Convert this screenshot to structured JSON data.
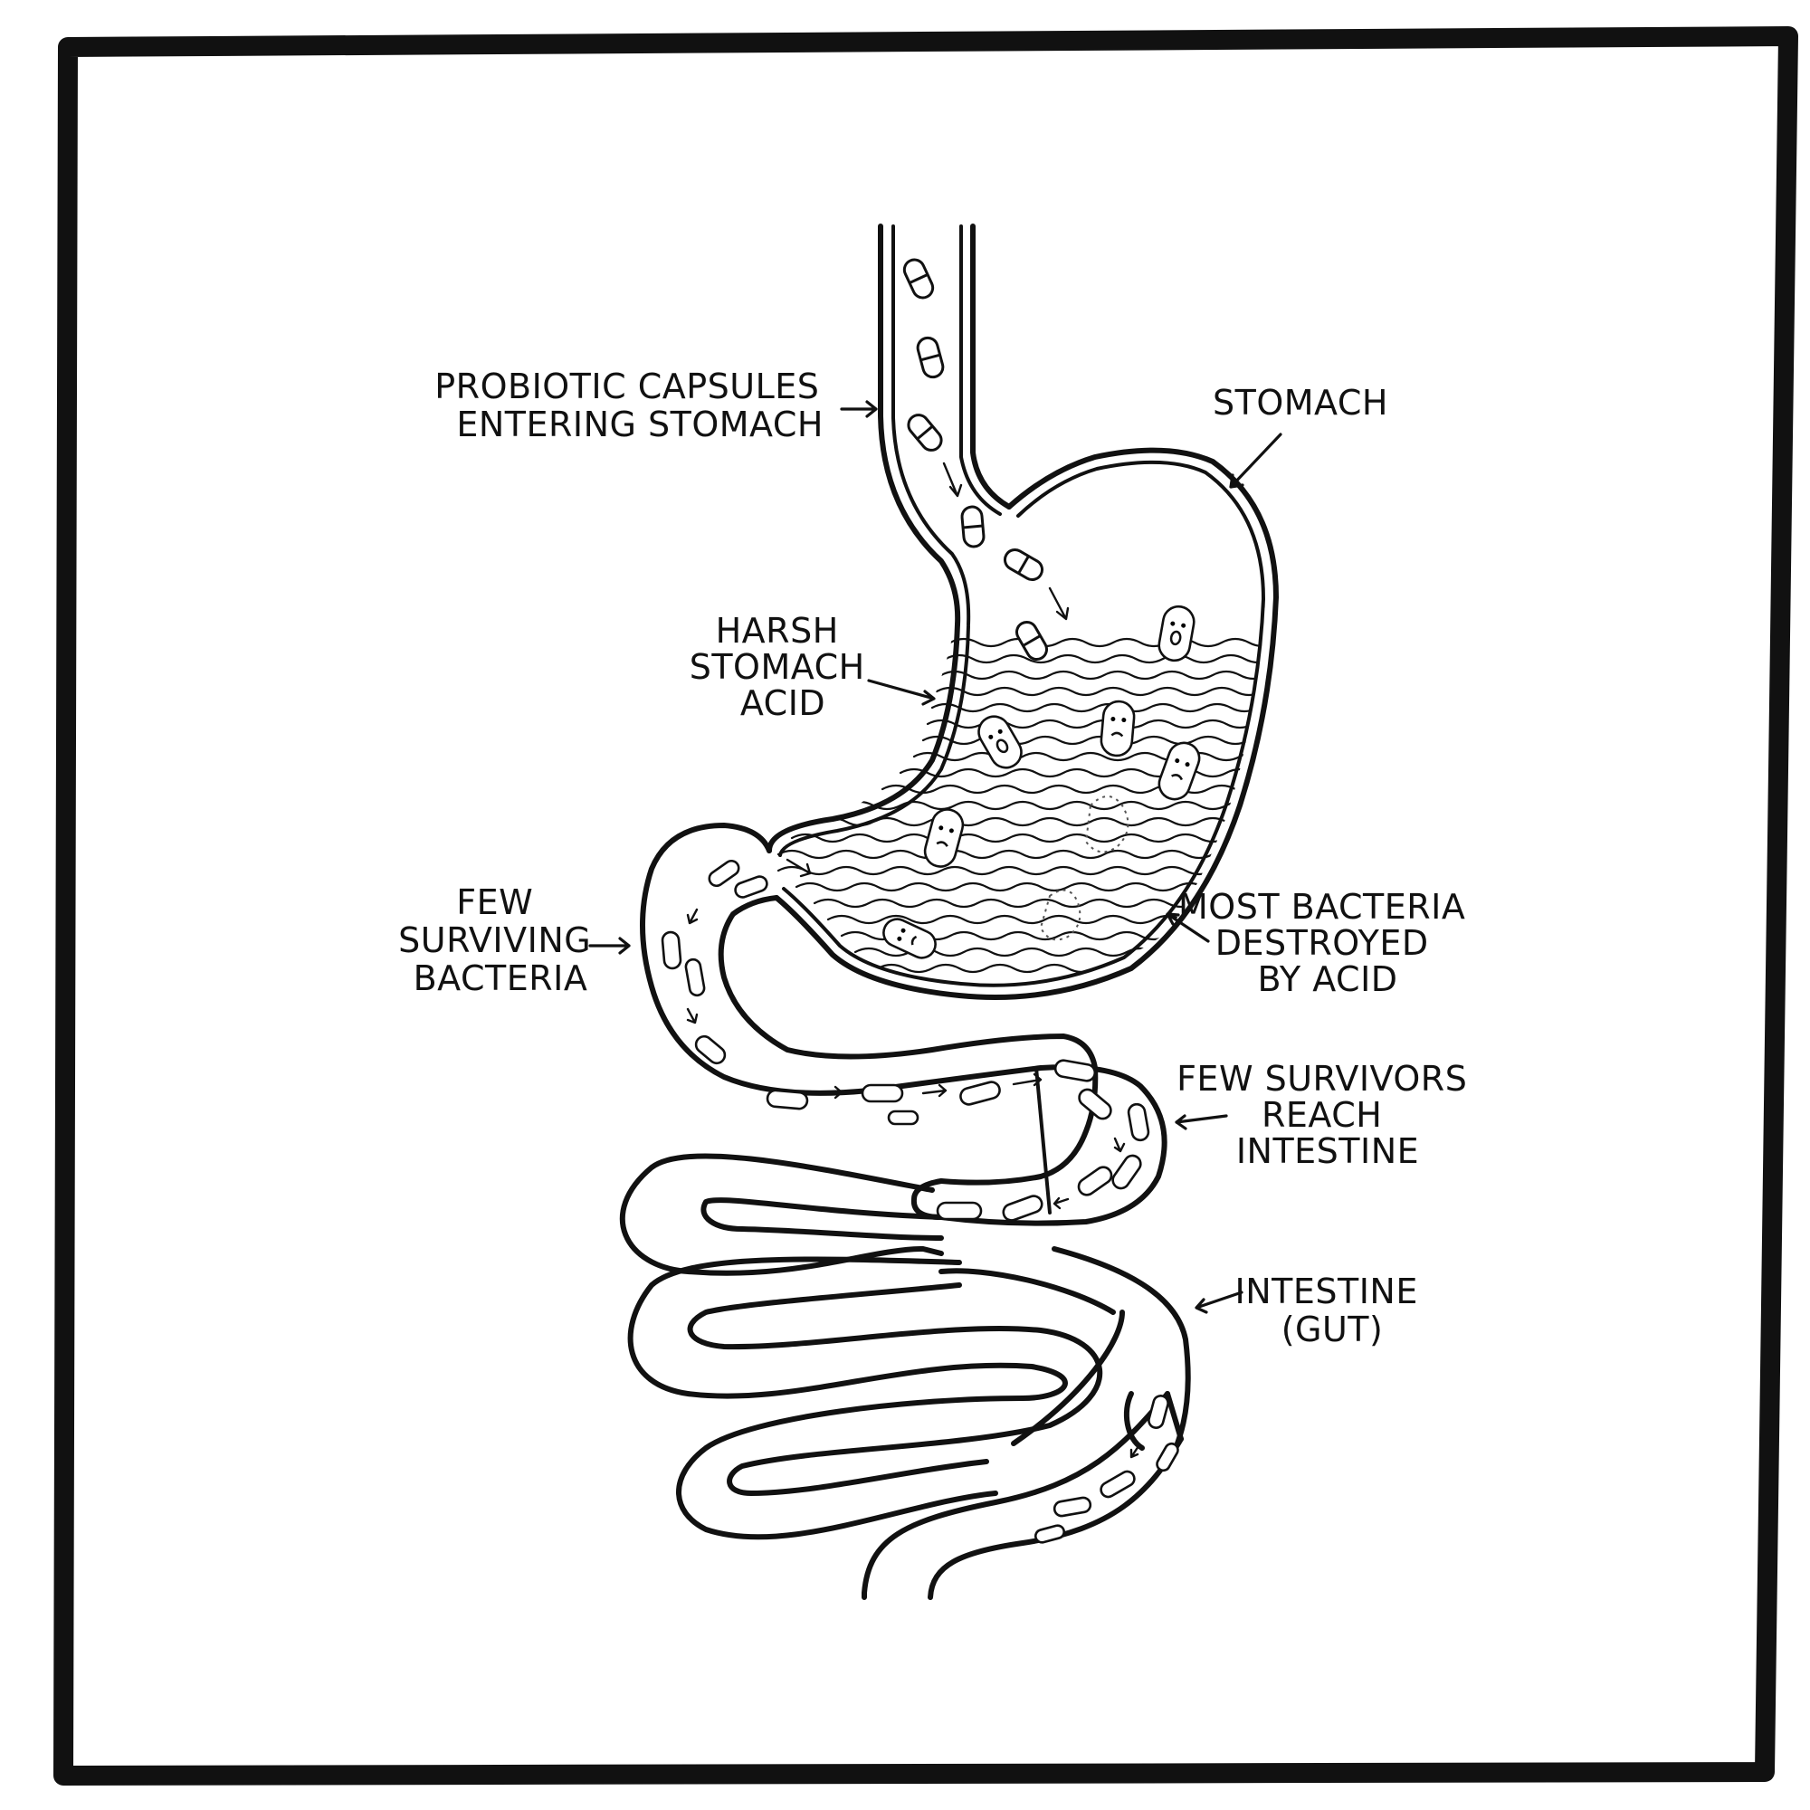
{
  "labels": {
    "capsules": [
      "PROBIOTIC CAPSULES",
      "ENTERING STOMACH"
    ],
    "stomach": [
      "STOMACH"
    ],
    "acid": [
      "HARSH",
      "STOMACH",
      "ACID"
    ],
    "few_surviving": [
      "FEW",
      "SURVIVING",
      "BACTERIA"
    ],
    "most_destroyed": [
      "MOST BACTERIA",
      "DESTROYED",
      "BY ACID"
    ],
    "few_survivors": [
      "FEW SURVIVORS",
      "REACH",
      "INTESTINE"
    ],
    "intestine": [
      "INTESTINE",
      "(GUT)"
    ]
  }
}
